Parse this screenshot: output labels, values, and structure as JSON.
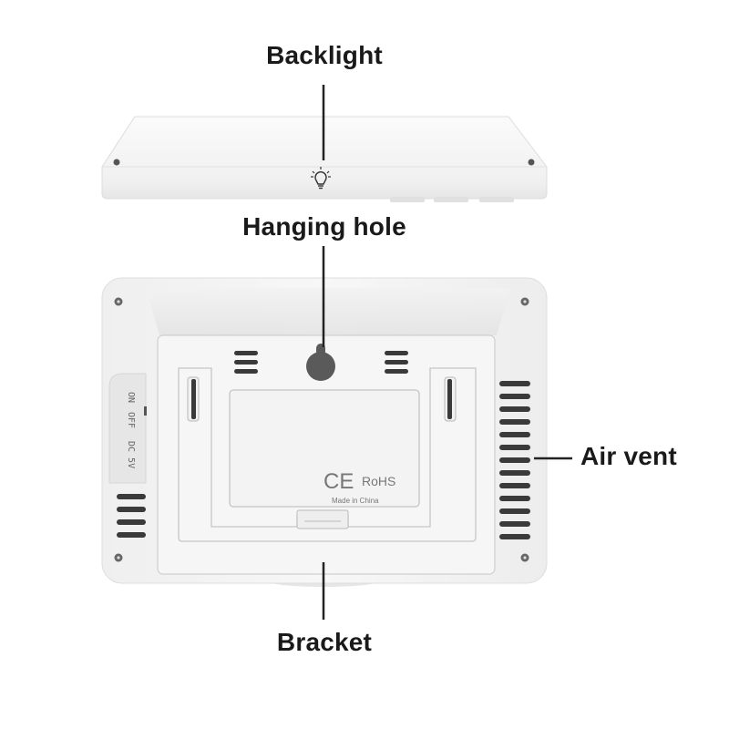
{
  "callouts": {
    "backlight": "Backlight",
    "hanging_hole": "Hanging hole",
    "air_vent": "Air vent",
    "bracket": "Bracket"
  },
  "device": {
    "switch_on": "ON",
    "switch_off": "OFF",
    "power_input": "DC 5V",
    "ce_mark": "CE",
    "rohs_mark": "RoHS",
    "origin": "Made in China"
  },
  "icons": {
    "backlight": "lightbulb-icon"
  },
  "colors": {
    "label_text": "#1a1a1a",
    "leader_line": "#222222",
    "device_body": "#f4f4f4"
  }
}
